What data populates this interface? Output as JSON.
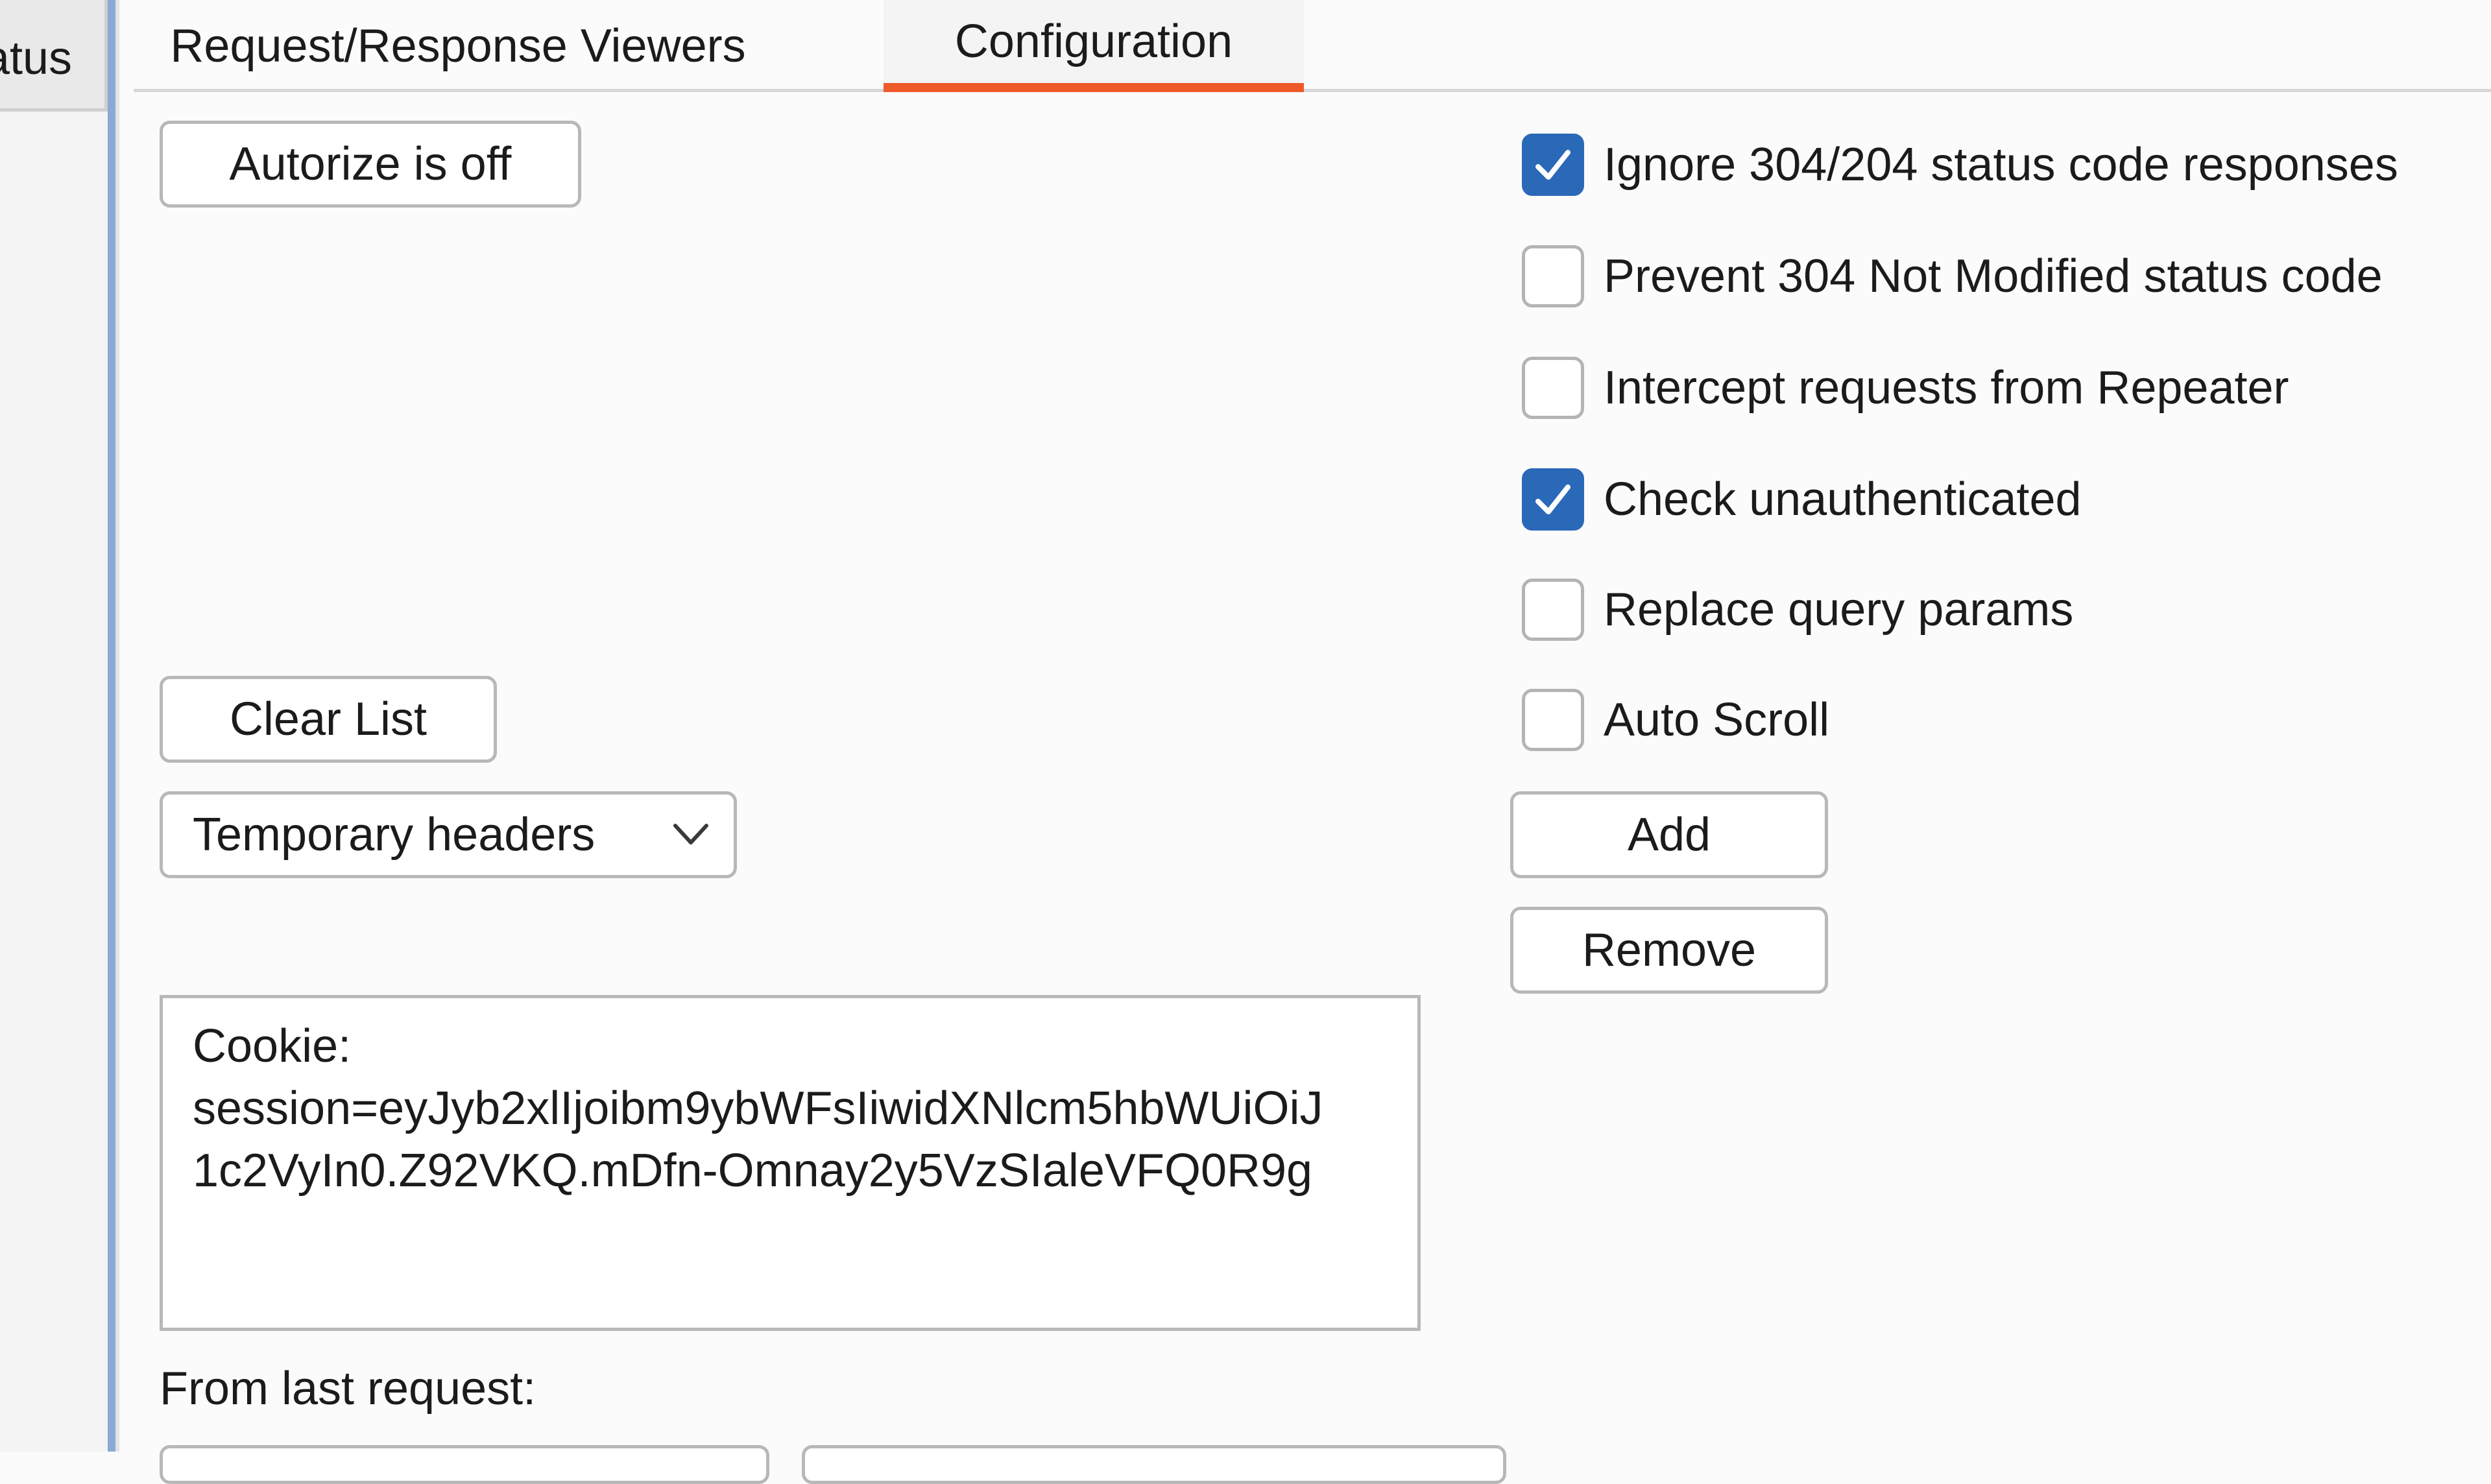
{
  "left_table": {
    "header_partial": "atus"
  },
  "tabs": [
    {
      "label": "Request/Response Viewers",
      "selected": false
    },
    {
      "label": "Configuration",
      "selected": true
    }
  ],
  "buttons": {
    "autorize": "Autorize is off",
    "clear_list": "Clear List",
    "add": "Add",
    "remove": "Remove"
  },
  "checkboxes": [
    {
      "label": "Ignore 304/204 status code responses",
      "checked": true
    },
    {
      "label": "Prevent 304 Not Modified status code",
      "checked": false
    },
    {
      "label": "Intercept requests from Repeater",
      "checked": false
    },
    {
      "label": "Check unauthenticated",
      "checked": true
    },
    {
      "label": "Replace query params",
      "checked": false
    },
    {
      "label": "Auto Scroll",
      "checked": false
    }
  ],
  "header_select": {
    "selected": "Temporary headers",
    "icon": "chevron-down-icon"
  },
  "header_text": "Cookie:\nsession=eyJyb2xlIjoibm9ybWFsIiwidXNlcm5hbWUiOiJ\n1c2VyIn0.Z92VKQ.mDfn-Omnay2y5VzSIaleVFQ0R9g",
  "from_last_request_label": "From last request:",
  "colors": {
    "accent_tab": "#ee5a2a",
    "checkbox_checked": "#2a68b8",
    "divider": "#8aa9d6"
  }
}
